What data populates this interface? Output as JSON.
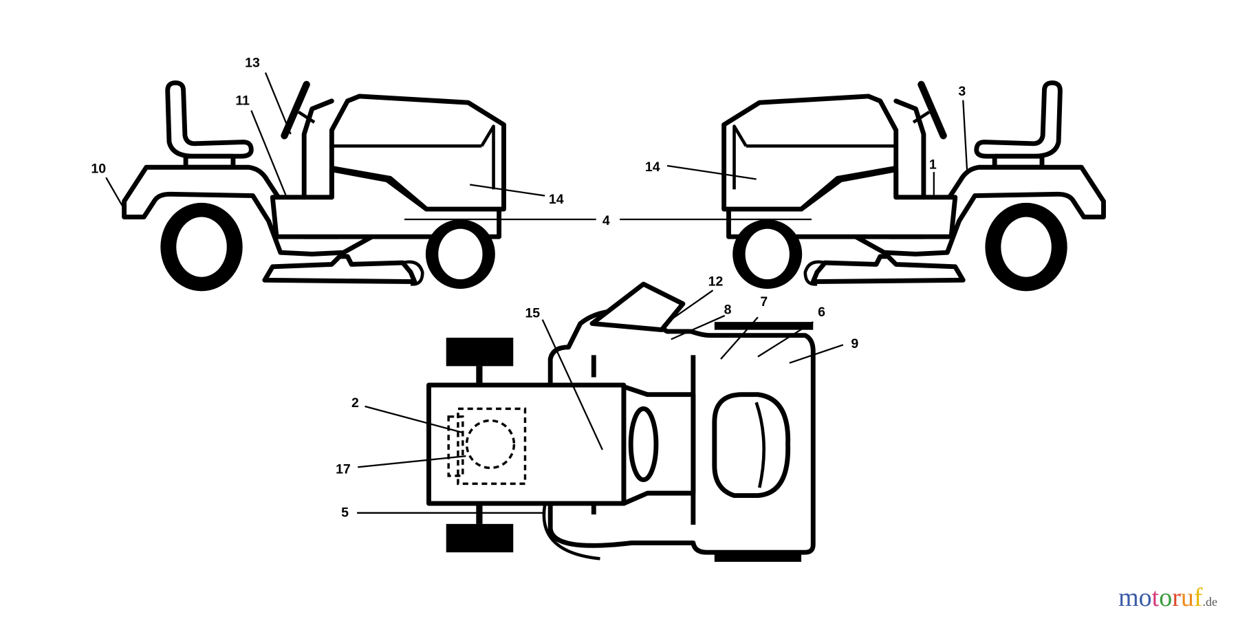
{
  "diagram": {
    "callouts": [
      "13",
      "11",
      "10",
      "14",
      "4",
      "14",
      "1",
      "3",
      "12",
      "8",
      "7",
      "6",
      "9",
      "15",
      "2",
      "17",
      "5"
    ]
  },
  "logo": {
    "letters": [
      "m",
      "o",
      "t",
      "o",
      "r",
      "u",
      "f"
    ],
    "colors": [
      "#3b5ba8",
      "#3b5ba8",
      "#d6397a",
      "#3a9a3a",
      "#e0492a",
      "#f08a1c",
      "#e8b90c"
    ],
    "suffix": ".de"
  }
}
